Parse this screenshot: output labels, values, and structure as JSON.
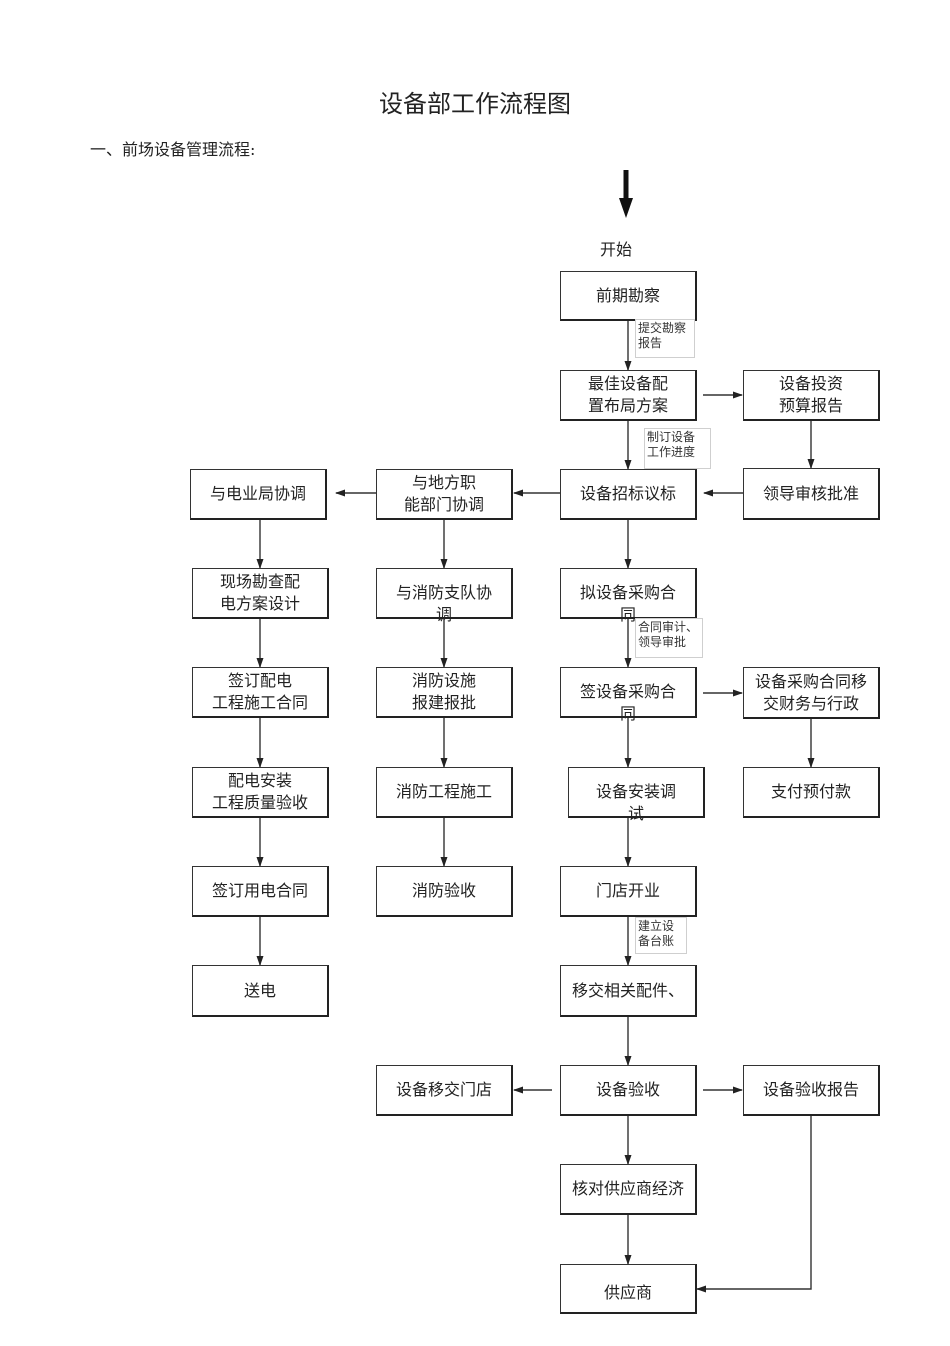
{
  "title": "设备部工作流程图",
  "section": "一、前场设备管理流程:",
  "start": "开始",
  "nodes": {
    "survey": "前期勘察",
    "layout_plan": "最佳设备配\n置布局方案",
    "invest_budget": "设备投资\n预算报告",
    "bidding": "设备招标议标",
    "leader_approval": "领导审核批准",
    "local_dept": "与地方职\n能部门协调",
    "power_bureau": "与电业局协调",
    "site_survey_design": "现场勘查配\n电方案设计",
    "sign_power_contract": "签订配电\n工程施工合同",
    "power_install_accept": "配电安装\n工程质量验收",
    "sign_electricity_contract": "签订用电合同",
    "power_supply": "送电",
    "fire_coord": "与消防支队协\n调",
    "fire_report": "消防设施\n报建报批",
    "fire_construction": "消防工程施工",
    "fire_accept": "消防验收",
    "draft_contract": "拟设备采购合\n同",
    "sign_contract": "签设备采购合\n同",
    "contract_transfer": "设备采购合同移\n交财务与行政",
    "prepay": "支付预付款",
    "install_debug": "设备安装调\n试",
    "store_open": "门店开业",
    "transfer_parts": "移交相关配件、",
    "equip_accept": "设备验收",
    "transfer_store": "设备移交门店",
    "accept_report": "设备验收报告",
    "check_supplier": "核对供应商经济",
    "supplier": "供应商"
  },
  "notes": {
    "submit_report": "提交勘察\n报告",
    "make_schedule": "制订设备\n工作进度",
    "contract_review": "合同审计、\n领导审批",
    "ledger": "建立设\n备台账"
  }
}
